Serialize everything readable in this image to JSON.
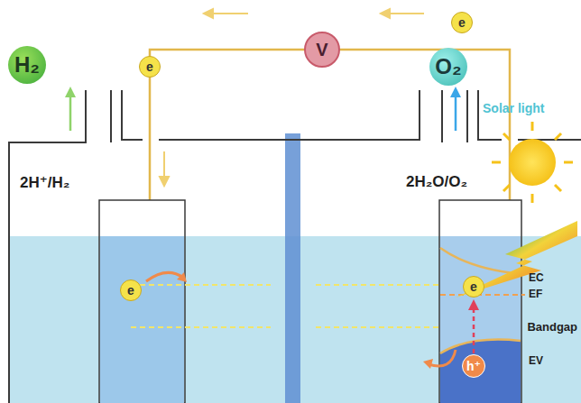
{
  "diagram": {
    "nodes": [
      {
        "text": [
          "H₂"
        ]
      },
      {
        "text": [
          "e"
        ]
      },
      {
        "text": [
          "V"
        ]
      },
      {
        "text": [
          "e"
        ]
      },
      {
        "text": [
          "O₂"
        ]
      },
      {
        "text": [
          "e"
        ]
      },
      {
        "text": [
          "e"
        ]
      },
      {
        "text": [
          "h⁺"
        ]
      }
    ],
    "labels": [
      "2H⁺/H₂",
      "2H₂O/O₂",
      "Solar light",
      "EC",
      "EF",
      "Bandgap",
      "EV"
    ]
  }
}
